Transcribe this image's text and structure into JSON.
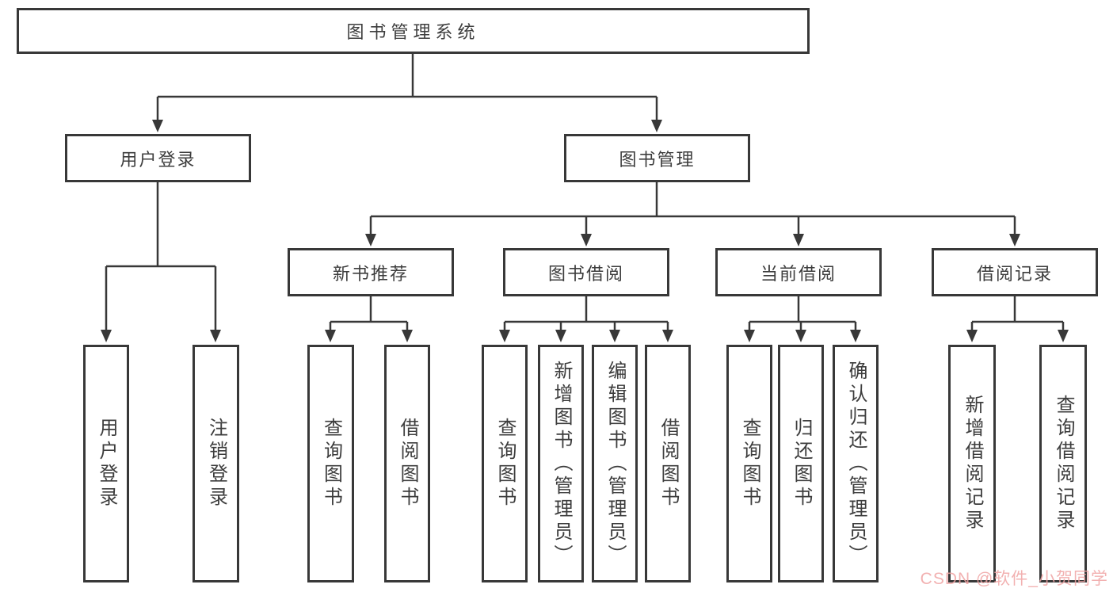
{
  "diagram_title": "图书管理系统",
  "nodes": {
    "root": "图书管理系统",
    "user_login": "用户登录",
    "book_management": "图书管理",
    "new_book_recommend": "新书推荐",
    "book_borrow": "图书借阅",
    "current_borrow": "当前借阅",
    "borrow_records": "借阅记录",
    "leaf_user_login": "用户登录",
    "leaf_logout": "注销登录",
    "leaf_nb_query": "查询图书",
    "leaf_nb_borrow": "借阅图书",
    "leaf_bb_query": "查询图书",
    "leaf_bb_add": "新增图书（管理员）",
    "leaf_bb_edit": "编辑图书（管理员）",
    "leaf_bb_borrow": "借阅图书",
    "leaf_cb_query": "查询图书",
    "leaf_cb_return": "归还图书",
    "leaf_cb_confirm": "确认归还（管理员）",
    "leaf_br_add": "新增借阅记录",
    "leaf_br_query": "查询借阅记录"
  },
  "watermark": "CSDN @软件_小贺同学",
  "colors": {
    "line": "#383838",
    "text": "#3d3d3d",
    "watermark": "#f0a3a3",
    "background": "#ffffff"
  }
}
